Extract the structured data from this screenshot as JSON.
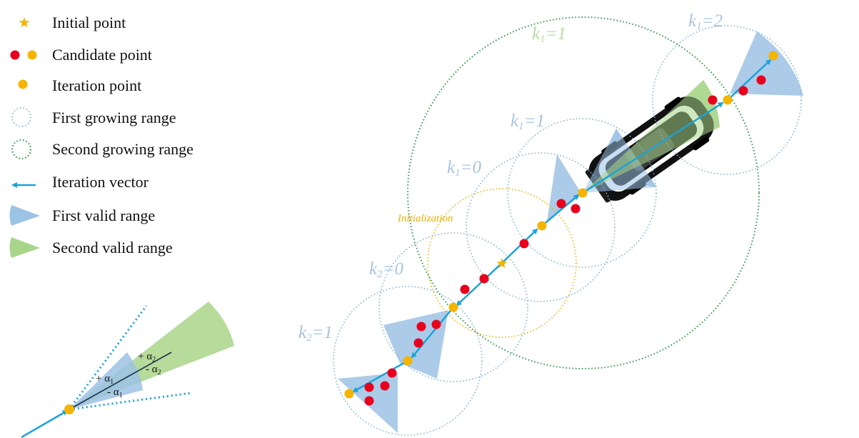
{
  "colors": {
    "iteration_point": "#f5b400",
    "candidate_point": "#e8001c",
    "iteration_vector": "#1aa3d8",
    "first_growing_range": "#7fb2d8",
    "second_growing_range": "#2e9a4a",
    "first_valid_range": "#9cc2e5",
    "second_valid_range": "#a9d58a",
    "k_label_first": "#a8c4e0",
    "k_label_second": "#b9dc9e",
    "initialization": "#f0b000"
  },
  "legend": {
    "initial_point": "Initial point",
    "candidate_point": "Candidate point",
    "iteration_point": "Iteration point",
    "first_growing_range": "First growing range",
    "second_growing_range": "Second growing range",
    "iteration_vector": "Iteration vector",
    "first_valid_range": "First valid range",
    "second_valid_range": "Second valid range"
  },
  "labels": {
    "initialization": "Initialization",
    "k1_0": {
      "letter": "k",
      "sub": "1",
      "rest": "=0"
    },
    "k1_1_second": {
      "letter": "k",
      "sub": "1",
      "rest": "=1"
    },
    "k1_1_first": {
      "letter": "k",
      "sub": "1",
      "rest": "=1"
    },
    "k1_2": {
      "letter": "k",
      "sub": "1",
      "rest": "=2"
    },
    "k2_0": {
      "letter": "k",
      "sub": "2",
      "rest": "=0"
    },
    "k2_1": {
      "letter": "k",
      "sub": "2",
      "rest": "=1"
    }
  },
  "inset": {
    "plus_alpha1": "+ α",
    "plus_alpha1_sub": "1",
    "minus_alpha1": "- α",
    "minus_alpha1_sub": "1",
    "plus_alpha2": "+ α",
    "plus_alpha2_sub": "2",
    "minus_alpha2": "- α",
    "minus_alpha2_sub": "2"
  }
}
